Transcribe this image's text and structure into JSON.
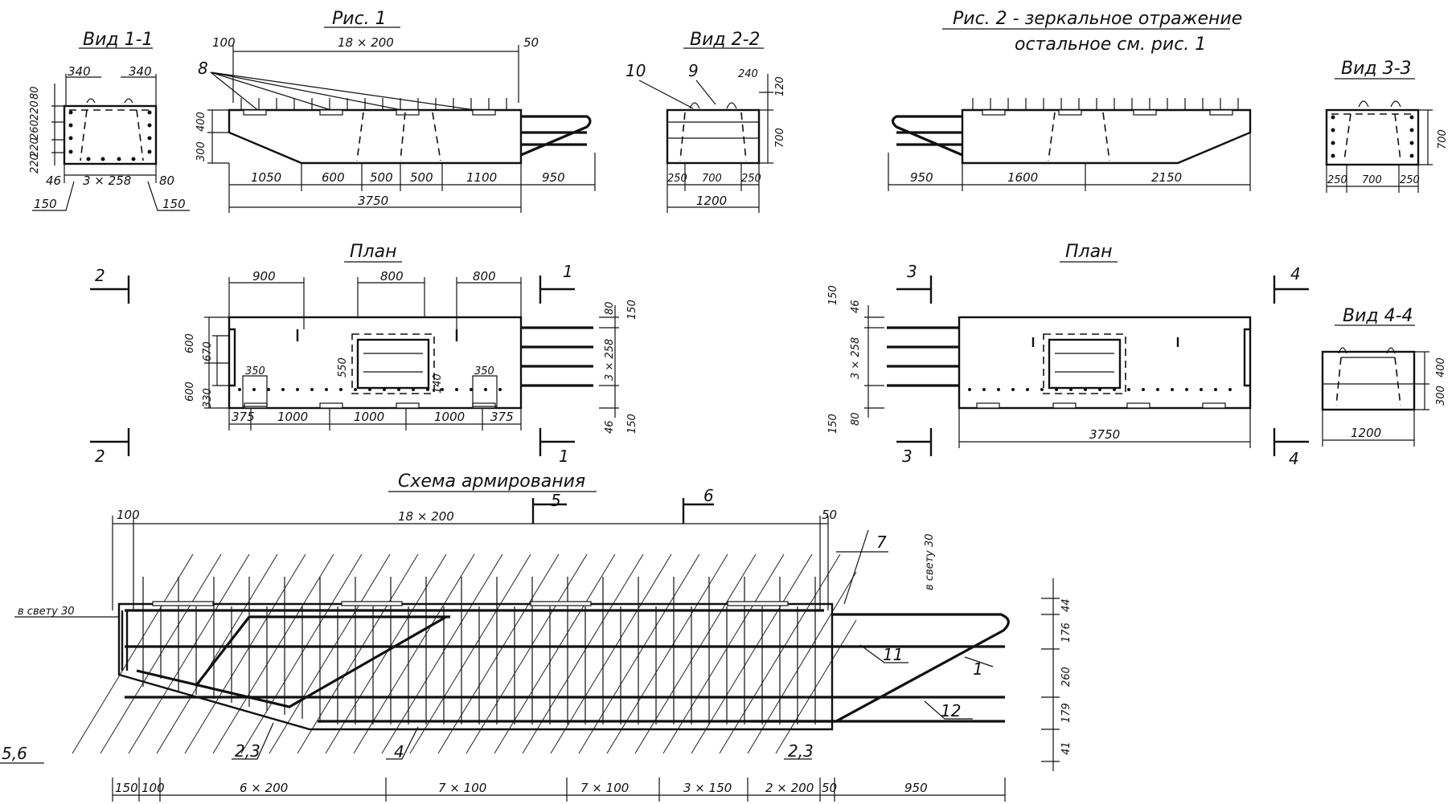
{
  "views": {
    "fig1": {
      "title": "Рис. 1",
      "top_dim": "18 × 200",
      "left_end": "100",
      "right_end": "50",
      "heights": [
        "400",
        "300"
      ],
      "bottom_dims": [
        "1050",
        "600",
        "500",
        "500",
        "1100",
        "950"
      ],
      "total": "3750",
      "callout": "8"
    },
    "fig2": {
      "title": "Рис. 2 - зеркальное отражение",
      "subtitle": "остальное  см. рис. 1",
      "bottom_dims": [
        "950",
        "1600",
        "2150"
      ]
    },
    "section11": {
      "title": "Вид 1-1",
      "tops": [
        "340",
        "340"
      ],
      "left_heights": [
        "80",
        "220",
        "260",
        "220",
        "220"
      ],
      "bottom_dims": [
        "46",
        "3 × 258",
        "80"
      ],
      "callouts": [
        "150",
        "150"
      ]
    },
    "section22": {
      "title": "Вид 2-2",
      "callouts": [
        "10",
        "9"
      ],
      "right_dims": [
        "240",
        "120",
        "700"
      ],
      "bottom_dims": [
        "250",
        "700",
        "250"
      ],
      "total": "1200"
    },
    "section33": {
      "title": "Вид 3-3",
      "height": "700",
      "bottom_dims": [
        "250",
        "700",
        "250"
      ]
    },
    "section44": {
      "title": "Вид 4-4",
      "heights": [
        "400",
        "300"
      ],
      "width": "1200"
    },
    "plan1": {
      "title": "План",
      "top_dims": [
        "900",
        "800",
        "800"
      ],
      "left_dims": [
        "600",
        "670",
        "600",
        "330"
      ],
      "inner_dims": [
        "350",
        "550",
        "140",
        "350"
      ],
      "right_dims": [
        "80",
        "150",
        "3 × 258",
        "46",
        "150"
      ],
      "bottom_dims": [
        "375",
        "1000",
        "1000",
        "1000",
        "375"
      ],
      "cut_labels": [
        "2",
        "2",
        "1",
        "1"
      ]
    },
    "plan2": {
      "title": "План",
      "left_dims": [
        "150",
        "46",
        "3 × 258",
        "150",
        "80"
      ],
      "total": "3750",
      "cut_labels": [
        "3",
        "3",
        "4",
        "4"
      ]
    },
    "scheme": {
      "title": "Схема армирования",
      "top_dim": "18 × 200",
      "left_end": "100",
      "right_end": "50",
      "clear_left": "в свету 30",
      "clear_right": "в свету 30",
      "cuts": [
        "5",
        "6"
      ],
      "callouts": [
        "7",
        "11",
        "1",
        "12",
        "5,6",
        "2,3",
        "4",
        "2,3"
      ],
      "right_dims": [
        "44",
        "176",
        "260",
        "179",
        "41"
      ],
      "bottom_dims": [
        "150",
        "100",
        "6 × 200",
        "7 × 100",
        "7 × 100",
        "3 × 150",
        "2 × 200",
        "50",
        "950"
      ]
    }
  }
}
